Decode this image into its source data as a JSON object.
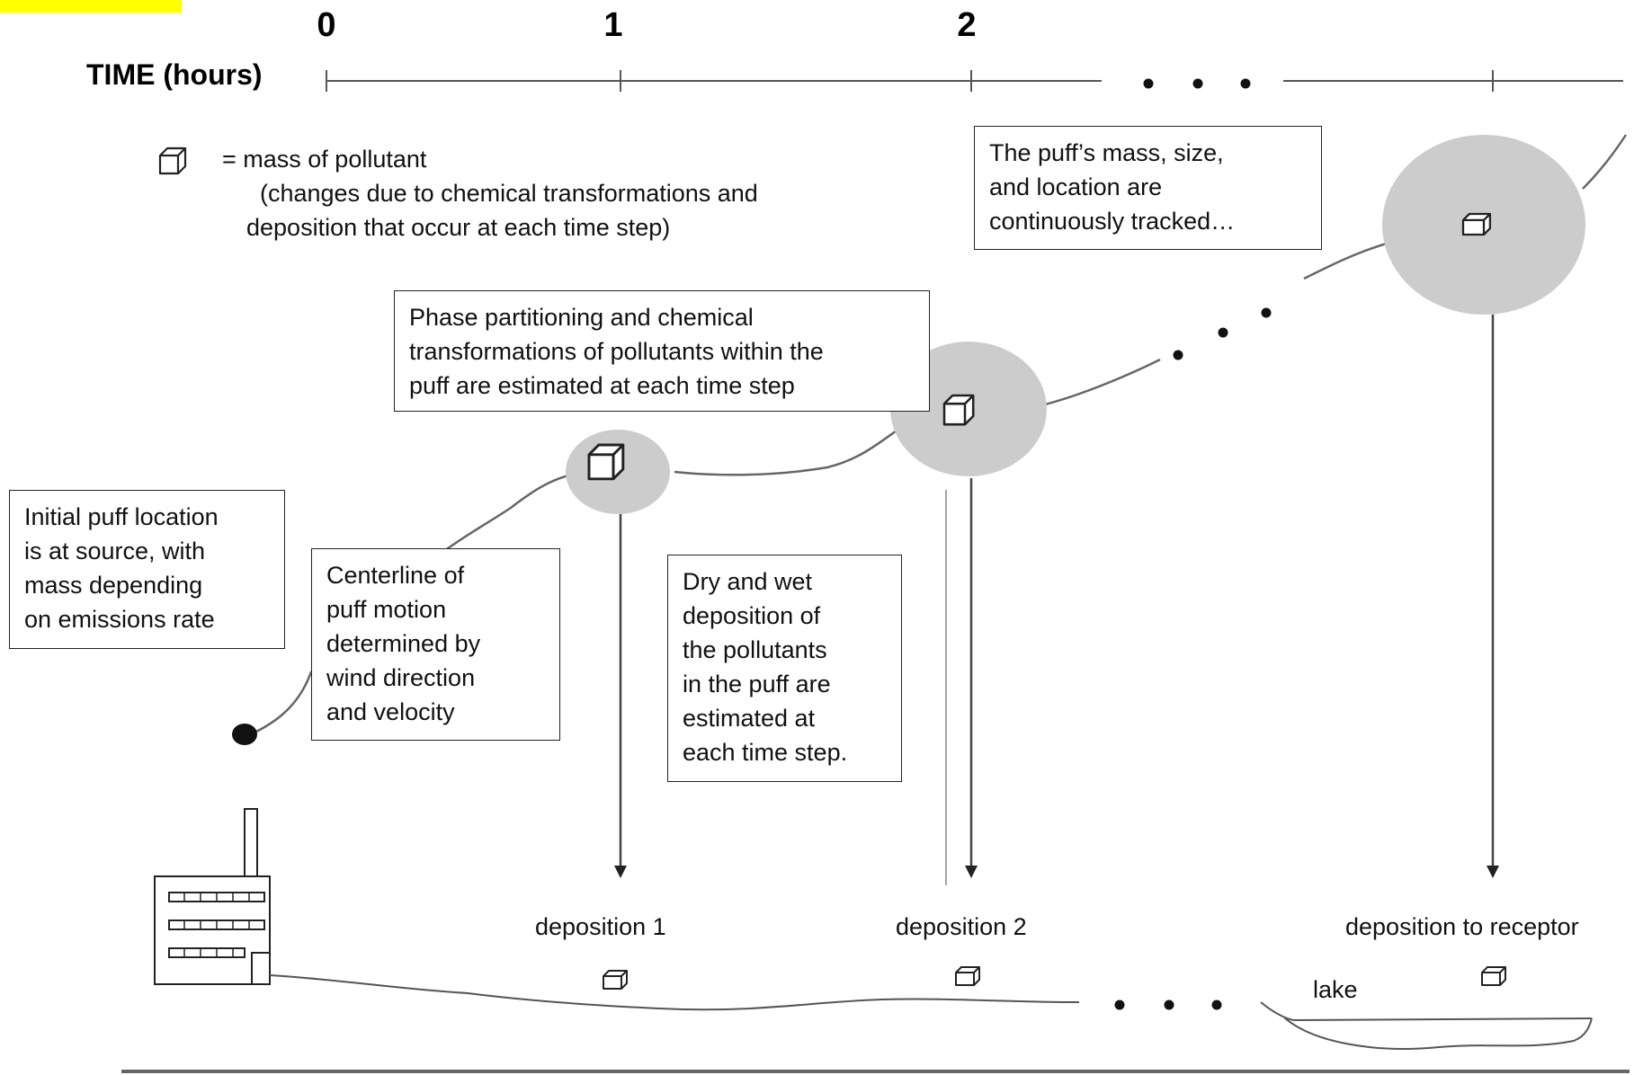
{
  "timeline": {
    "axis_label": "TIME (hours)",
    "ticks": [
      "0",
      "1",
      "2"
    ]
  },
  "legend": {
    "icon": "cube-icon",
    "line1": "= mass of pollutant",
    "line2": "(changes due to chemical transformations and",
    "line3": "deposition that occur at each time step)"
  },
  "callouts": {
    "tracked": [
      "The puff’s mass, size,",
      "and location are",
      "continuously tracked…"
    ],
    "phase": [
      "Phase partitioning and chemical",
      "transformations of pollutants within the",
      "puff are estimated at each time step"
    ],
    "initial": [
      "Initial puff location",
      "is at source, with",
      "mass depending",
      "on emissions rate"
    ],
    "centerline": [
      "Centerline of",
      "puff motion",
      "determined by",
      "wind direction",
      "and velocity"
    ],
    "deposition": [
      "Dry and wet",
      "deposition of",
      "the pollutants",
      "in the puff are",
      "estimated at",
      "each time step."
    ]
  },
  "deposition_labels": {
    "d1": "deposition 1",
    "d2": "deposition 2",
    "d3": "deposition to receptor"
  },
  "lake_label": "lake",
  "colors": {
    "puff": "#cccccc",
    "highlight": "#ffff00",
    "line": "#555555"
  }
}
